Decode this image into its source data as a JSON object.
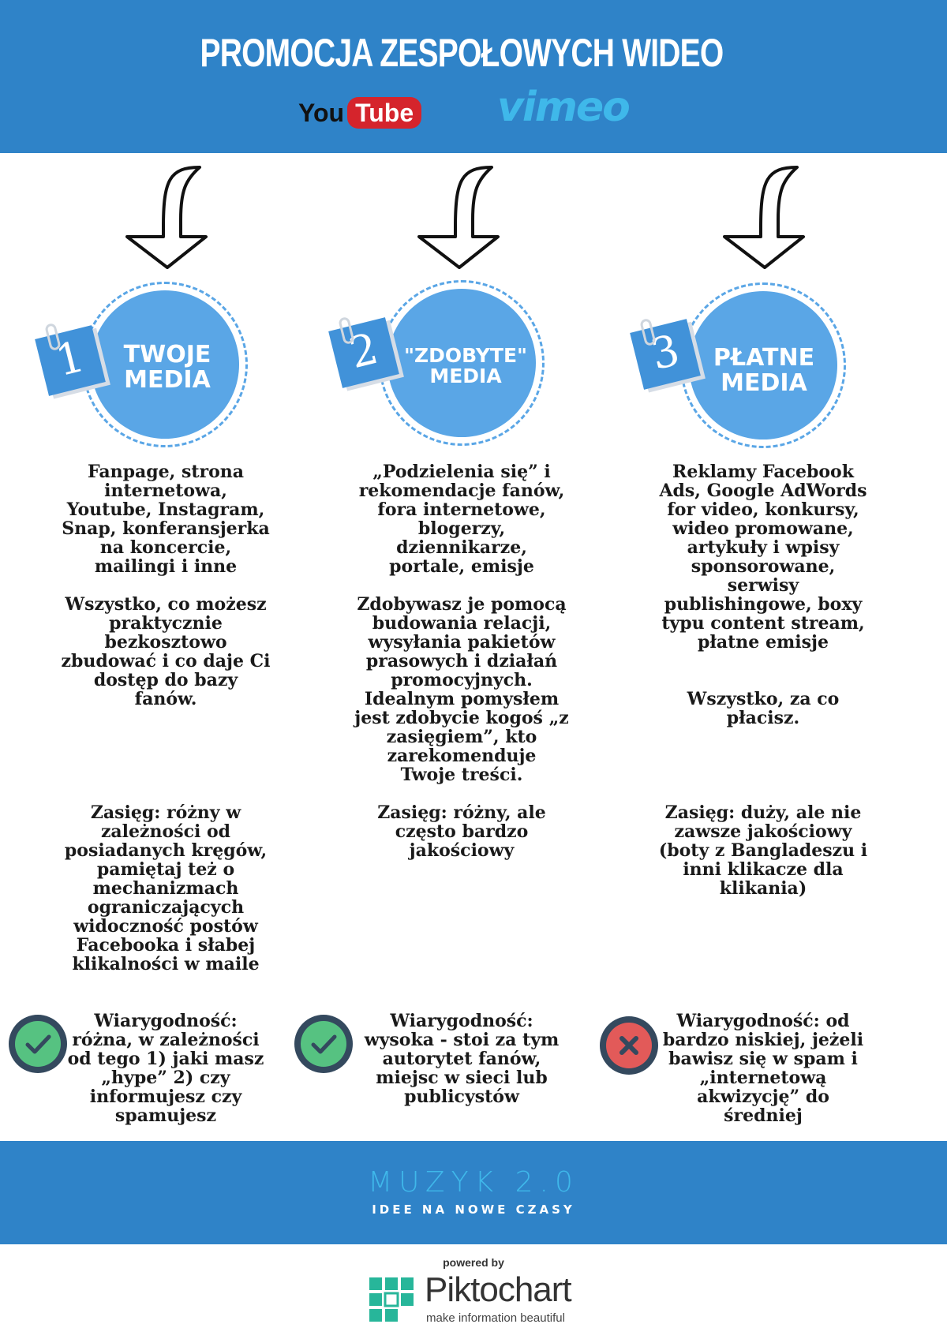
{
  "header": {
    "title": "PROMOCJA ZESPOŁOWYCH WIDEO",
    "youtube_you": "You",
    "youtube_tube": "Tube",
    "vimeo": "vimeo"
  },
  "columns": [
    {
      "number": "1",
      "label_line1": "TWOJE",
      "label_line2": "MEDIA",
      "description": "Fanpage, strona\ninternetowa,\nYoutube, Instagram,\nSnap, konferansjerka\nna koncercie,\nmailingi i inne",
      "summary": "Wszystko, co możesz\npraktycznie\nbezkosztowo\nzbudować i co daje Ci\ndostęp do bazy\nfanów.",
      "reach": "Zasięg: różny w\nzależności od\nposiadanych kręgów,\npamiętaj też o\nmechanizmach\nograniczających\nwidoczność postów\nFacebooka i słabej\nklikalności w maile",
      "credibility": "Wiarygodność:\nróżna, w zależności\nod tego 1) jaki masz\n„hype” 2) czy\ninformujesz czy\nspamujesz",
      "status_icon": "check-icon"
    },
    {
      "number": "2",
      "label_line1": "\"ZDOBYTE\"",
      "label_line2": "MEDIA",
      "description": "„Podzielenia się” i\nrekomendacje fanów,\nfora internetowe,\nblogerzy,\ndziennikarze,\nportale, emisje",
      "summary": "Zdobywasz je pomocą\nbudowania relacji,\nwysyłania pakietów\nprasowych i działań\npromocyjnych.\nIdealnym pomysłem\njest zdobycie kogoś „z\nzasięgiem”, kto\nzarekomenduje\nTwoje treści.",
      "reach": "Zasięg: różny, ale\nczęsto bardzo\njakościowy",
      "credibility": "Wiarygodność:\nwysoka - stoi za tym\nautorytet fanów,\nmiejsc w sieci lub\npublicystów",
      "status_icon": "check-icon"
    },
    {
      "number": "3",
      "label_line1": "PŁATNE",
      "label_line2": "MEDIA",
      "description": "Reklamy Facebook\nAds, Google AdWords\nfor video, konkursy,\nwideo promowane,\nartykuły i wpisy\nsponsorowane,\nserwisy\npublishingowe, boxy\ntypu content stream,\npłatne emisje",
      "summary": "Wszystko, za co\npłacisz.",
      "reach": "Zasięg: duży, ale nie\nzawsze jakościowy\n(boty z Bangladeszu i\ninni klikacze dla\nklikania)",
      "credibility": "Wiarygodność: od\nbardzo niskiej, jeżeli\nbawisz się w spam i\n„internetową\nakwizycję” do\nśredniej",
      "status_icon": "cross-icon"
    }
  ],
  "footer": {
    "brand": "MUZYK 2.0",
    "tagline": "IDEE NA NOWE CZASY",
    "powered_by": "powered by",
    "piktochart": "Piktochart",
    "piktochart_tagline": "make information beautiful"
  },
  "colors": {
    "header_blue": "#2f83c8",
    "disc_blue": "#5aa6e6",
    "check_green": "#56c281",
    "cross_red": "#e25a59"
  }
}
